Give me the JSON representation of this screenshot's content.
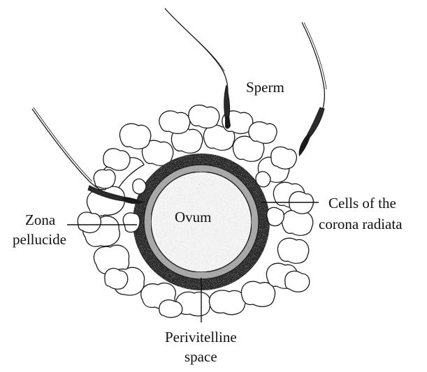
{
  "diagram": {
    "labels": {
      "sperm": "Sperm",
      "ovum": "Ovum",
      "zona_line1": "Zona",
      "zona_line2": "pellucide",
      "corona_line1": "Cells of the",
      "corona_line2": "corona radiata",
      "peri_line1": "Perivitelline",
      "peri_line2": "space"
    },
    "colors": {
      "outline": "#1a1a1a",
      "zona_dark": "#2b2b2b",
      "perivitelline": "#a8a8a8",
      "ovum_fill": "#f4f4f4",
      "background": "#ffffff"
    }
  }
}
